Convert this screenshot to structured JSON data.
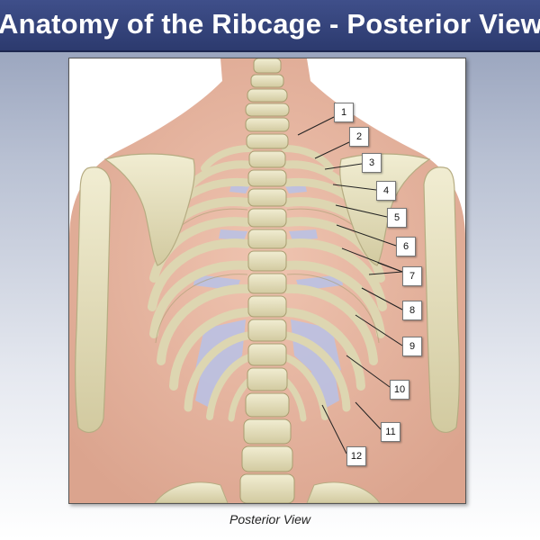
{
  "title": "Anatomy of the Ribcage - Posterior View",
  "caption": "Posterior View",
  "labels": [
    "1",
    "2",
    "3",
    "4",
    "5",
    "6",
    "7",
    "8",
    "9",
    "10",
    "11",
    "12"
  ],
  "colors": {
    "title_bar": "#34437a",
    "skin": "#e8b8a4",
    "bone": "#e6e1c0",
    "cartilage": "#b9c3e6"
  }
}
